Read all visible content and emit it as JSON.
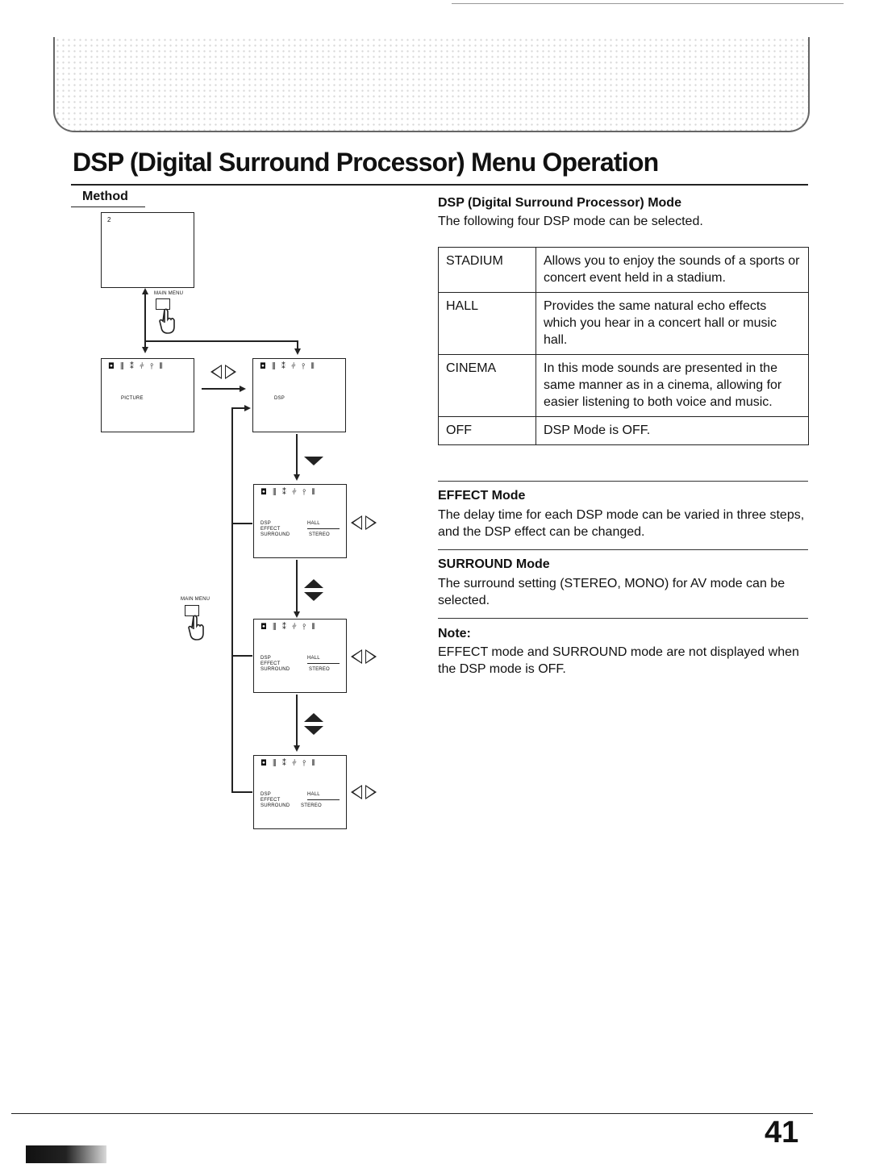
{
  "page": {
    "title": "DSP (Digital Surround Processor) Menu Operation",
    "method_label": "Method",
    "page_number": "41"
  },
  "diagram": {
    "screen_initial_number": "2",
    "main_menu_label": "MAIN MENU",
    "menu_icons": "◘ ⫼ ⁑ ⫩ ⫯ ⫴",
    "picture_label": "PICTURE",
    "dsp_label": "DSP",
    "menu_rows": [
      {
        "label": "DSP",
        "value": "HALL"
      },
      {
        "label": "EFFECT",
        "value": ""
      },
      {
        "label": "SURROUND",
        "value": "STEREO"
      }
    ]
  },
  "dsp_mode": {
    "heading": "DSP (Digital Surround Processor) Mode",
    "intro": "The following four DSP mode can be selected.",
    "modes": [
      {
        "name": "STADIUM",
        "description": "Allows you to enjoy the sounds of a sports or concert event held in a stadium."
      },
      {
        "name": "HALL",
        "description": "Provides the same natural echo effects which you hear in a concert hall or music hall."
      },
      {
        "name": "CINEMA",
        "description": "In this mode sounds are presented in the same manner as in a cinema, allowing for easier listening to both voice and music."
      },
      {
        "name": "OFF",
        "description": "DSP Mode is OFF."
      }
    ]
  },
  "effect_mode": {
    "heading": "EFFECT Mode",
    "text": "The delay time for each DSP mode can be varied in three steps, and the DSP effect can be changed."
  },
  "surround_mode": {
    "heading": "SURROUND Mode",
    "text": "The surround setting (STEREO, MONO) for AV mode can be selected."
  },
  "note": {
    "heading": "Note:",
    "text": "EFFECT mode and SURROUND mode are not displayed when the DSP mode is OFF."
  }
}
